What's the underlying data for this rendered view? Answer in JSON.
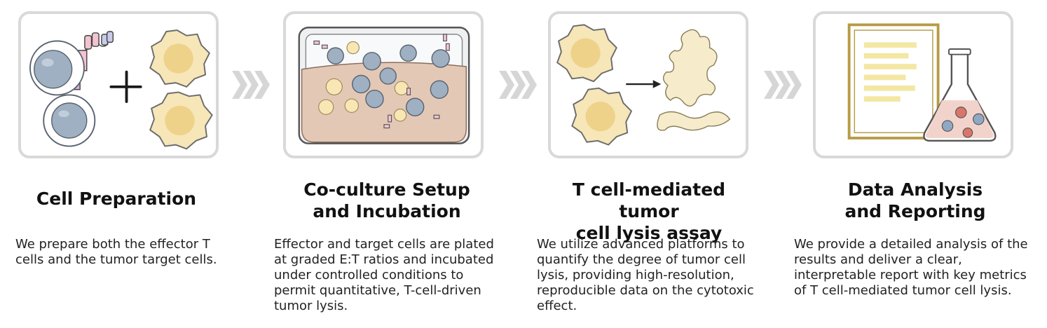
{
  "steps": [
    {
      "title_lines": [
        "Cell Preparation"
      ],
      "desc_lines": [
        "We prepare both the effector T",
        "cells and the tumor target cells."
      ]
    },
    {
      "title_lines": [
        "Co-culture Setup",
        "and Incubation"
      ],
      "desc_lines": [
        "Effector and target cells are plated",
        "at graded E:T ratios and incubated",
        "under controlled conditions to",
        "permit quantitative, T-cell-driven",
        "tumor lysis."
      ]
    },
    {
      "title_lines": [
        "T cell-mediated tumor",
        "cell lysis assay"
      ],
      "desc_lines": [
        "We utilize advanced platforms to",
        "quantify the degree of tumor cell",
        "lysis, providing high-resolution,",
        "reproducible data on the cytotoxic",
        "effect."
      ]
    },
    {
      "title_lines": [
        "Data Analysis",
        "and Reporting"
      ],
      "desc_lines": [
        "We provide a detailed analysis of the",
        "results and deliver a clear,",
        "interpretable report with key metrics",
        "of T cell-mediated tumor cell lysis."
      ]
    }
  ],
  "icons": {
    "panel1": "t-cells-plus-tumor-cells-icon",
    "panel2": "co-culture-dish-icon",
    "panel3": "tumor-cell-lysis-icon",
    "panel4": "report-and-flask-icon",
    "separator": "triple-chevron-icon"
  },
  "colors": {
    "panel_border": "#d9d9d9",
    "chevron": "#d6d6d6",
    "t_cell": "#9eb0c1",
    "tumor_cell": "#f6e6b8",
    "medium": "#e4c8b6",
    "report_border": "#b79b45",
    "report_lines": "#f3e7a3",
    "flask_liquid": "#f2d3cc"
  }
}
